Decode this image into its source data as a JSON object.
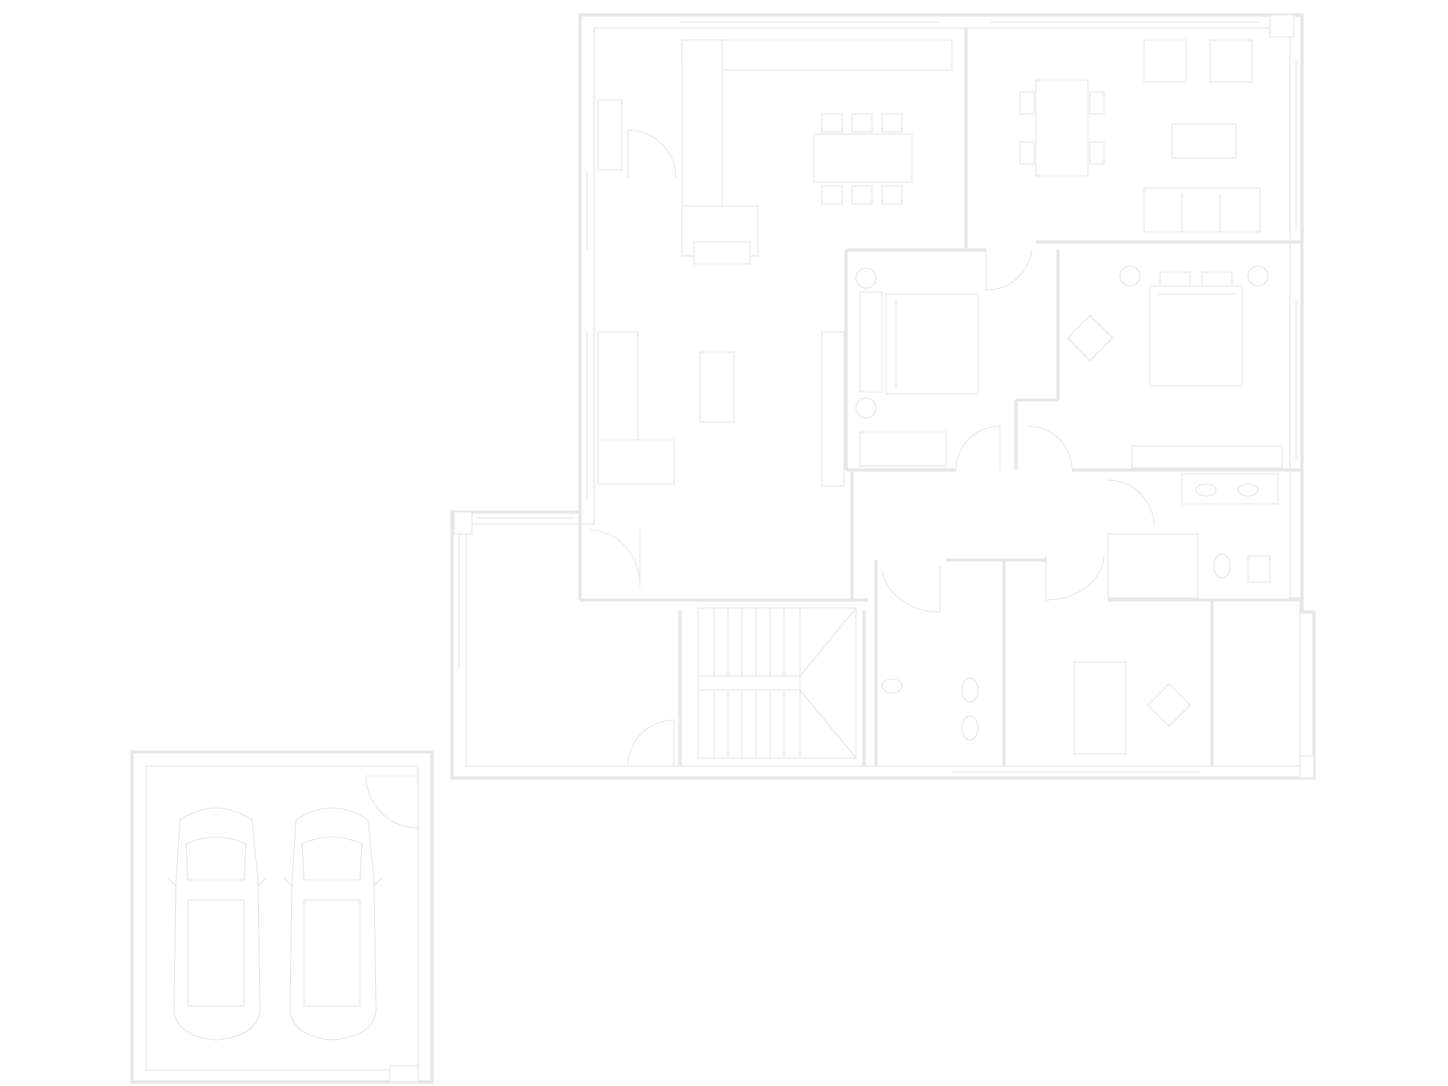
{
  "drawing": {
    "type": "architectural-floor-plan",
    "colors": {
      "background": "#ffffff",
      "line": "#e6e6e6",
      "line_dark": "#dcdcdc"
    },
    "icons": {
      "doors": "door-swing-icon",
      "cars": "car-icon",
      "stairs": "staircase-icon",
      "furniture": "furniture-icon"
    },
    "counts": {
      "parking_spaces": 2,
      "dining_chairs": 6,
      "bedrooms": 2
    }
  }
}
